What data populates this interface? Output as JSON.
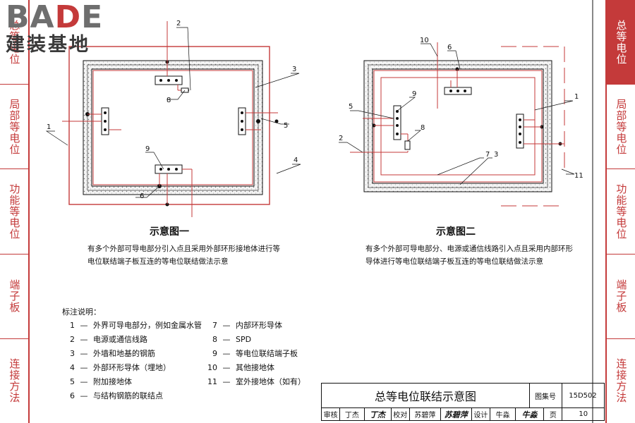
{
  "logo": {
    "latin": "BADE",
    "cn": "建装基地"
  },
  "sidebar_left": [
    {
      "label": "总等电位",
      "active": false
    },
    {
      "label": "局部等电位",
      "active": false
    },
    {
      "label": "功能等电位",
      "active": false
    },
    {
      "label": "端子板",
      "active": false
    },
    {
      "label": "连接方法",
      "active": false
    }
  ],
  "sidebar_right": [
    {
      "label": "总等电位",
      "active": true
    },
    {
      "label": "局部等电位",
      "active": false
    },
    {
      "label": "功能等电位",
      "active": false
    },
    {
      "label": "端子板",
      "active": false
    },
    {
      "label": "连接方法",
      "active": false
    }
  ],
  "diagram1": {
    "caption": "示意图一",
    "desc_line1": "有多个外部可导电部分引入点且采用外部环形接地体进行等",
    "desc_line2": "电位联结端子板互连的等电位联结做法示意",
    "labels": {
      "l1": "1",
      "l2": "2",
      "l3": "3",
      "l4": "4",
      "l5": "5",
      "l6": "6",
      "l8": "8",
      "l9": "9"
    }
  },
  "diagram2": {
    "caption": "示意图二",
    "desc_line1": "有多个外部可导电部分、电源或通信线路引入点且采用内部环形",
    "desc_line2": "导体进行等电位联结端子板互连的等电位联结做法示意",
    "labels": {
      "l1": "1",
      "l2": "2",
      "l3": "3",
      "l5": "5",
      "l6": "6",
      "l7": "7",
      "l8": "8",
      "l9": "9",
      "l10": "10",
      "l11": "11"
    }
  },
  "legend": {
    "title": "标注说明：",
    "items": [
      {
        "num": "1",
        "text": "外界可导电部分，例如金属水管"
      },
      {
        "num": "2",
        "text": "电源或通信线路"
      },
      {
        "num": "3",
        "text": "外墙和地基的钢筋"
      },
      {
        "num": "4",
        "text": "外部环形导体（埋地）"
      },
      {
        "num": "5",
        "text": "附加接地体"
      },
      {
        "num": "6",
        "text": "与结构钢筋的联结点"
      },
      {
        "num": "7",
        "text": "内部环形导体"
      },
      {
        "num": "8",
        "text": "SPD"
      },
      {
        "num": "9",
        "text": "等电位联结端子板"
      },
      {
        "num": "10",
        "text": "其他接地体"
      },
      {
        "num": "11",
        "text": "室外接地体（如有）"
      }
    ]
  },
  "title_block": {
    "title": "总等电位联结示意图",
    "atlas_label": "图集号",
    "atlas_no": "15D502",
    "review_label": "审核",
    "reviewer": "丁杰",
    "check_label": "校对",
    "checker": "苏碧萍",
    "design_label": "设计",
    "designer": "牛淼",
    "page_label": "页",
    "page_no": "10"
  },
  "colors": {
    "red": "#c43a3a",
    "dark": "#111111",
    "concrete": "#777777"
  }
}
